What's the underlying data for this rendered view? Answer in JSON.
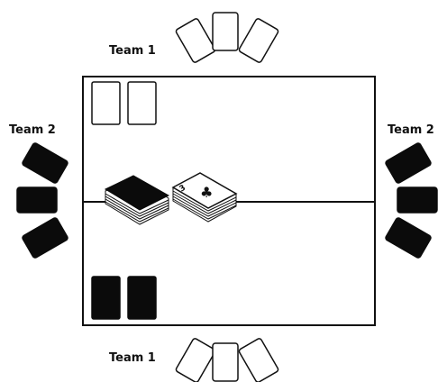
{
  "labels": {
    "team_top": "Team 1",
    "team_bottom": "Team 1",
    "team_left": "Team 2",
    "team_right": "Team 2"
  },
  "face_up_card": {
    "rank": "3",
    "suit": "clubs",
    "suit_symbol": "♣"
  },
  "colors": {
    "ink": "#111111",
    "card_back": "#0b0b0b",
    "background": "#ffffff"
  }
}
